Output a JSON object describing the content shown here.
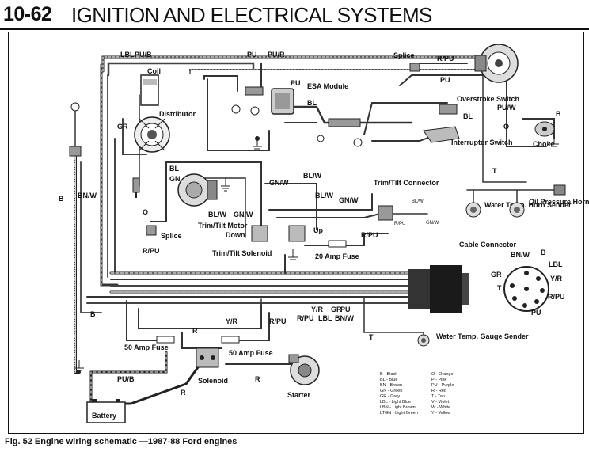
{
  "header": {
    "page_number": "10-62",
    "title": "IGNITION AND ELECTRICAL SYSTEMS"
  },
  "caption": "Fig. 52  Engine wiring schematic —1987-88 Ford engines",
  "components": {
    "coil": "Coil",
    "distributor": "Distributor",
    "esa_module": "ESA Module",
    "overstroke_switch": "Overstroke Switch",
    "interruptor_switch": "Interruptor Switch",
    "choke": "Choke",
    "trim_tilt_motor": "Trim/Tilt Motor",
    "trim_tilt_connector": "Trim/Tilt Connector",
    "trim_tilt_solenoid": "Trim/Tilt Solenoid",
    "splice_top": "Splice",
    "splice_left": "Splice",
    "down": "Down",
    "up": "Up",
    "amp20_fuse": "20 Amp Fuse",
    "water_temp_horn_sender": "Water Temp. Horn Sender",
    "oil_pressure_horn_sender": "Oil Pressure Horn Sender",
    "cable_connector": "Cable Connector",
    "water_temp_gauge_sender": "Water Temp. Gauge Sender",
    "amp50_fuse_left": "50 Amp Fuse",
    "amp50_fuse_right": "50 Amp Fuse",
    "solenoid": "Solenoid",
    "starter": "Starter",
    "battery": "Battery"
  },
  "wire_labels": {
    "lbl": "LBL",
    "pub": "PU/B",
    "pu_top": "PU",
    "pur": "PU/R",
    "rpu_top": "R/PU",
    "pu_right": "PU",
    "pu_esa": "PU",
    "bl_esa": "BL",
    "bl_sw": "BL",
    "puw": "PU/W",
    "o_choke": "O",
    "b_choke": "B",
    "gr_dist": "GR",
    "b_left": "B",
    "bnw": "BN/W",
    "o_mid": "O",
    "rpu_left": "R/PU",
    "bl_motor": "BL",
    "gn_motor": "GN",
    "blw_motor": "BL/W",
    "gnw_motor": "GN/W",
    "gnw_a": "GN/W",
    "blw_a": "BL/W",
    "gnw_b": "GN/W",
    "rpu_mid": "R/PU",
    "t_sender": "T",
    "blw_conn": "BL/W",
    "gnw_conn": "GN/W",
    "rpu_conn": "R/PU",
    "b_bottom": "B",
    "r_sol": "R",
    "yr_sol": "Y/R",
    "rpu_bottom": "R/PU",
    "pub_bottom": "PU/B",
    "r_bottom": "R",
    "r_starter": "R",
    "yr_bundle": "Y/R",
    "rpu_bundle": "R/PU",
    "gr_bundle": "GR",
    "lbl_bundle": "LBL",
    "pu_bundle": "PU",
    "bnw_bundle": "BN/W",
    "t_gauge": "T"
  },
  "cable_pins": {
    "bnw": "BN/W",
    "b": "B",
    "lbl": "LBL",
    "gr": "GR",
    "yr": "Y/R",
    "t": "T",
    "rpu": "R/PU",
    "pu": "PU"
  },
  "color_key": [
    "B - Black",
    "BL - Blue",
    "BN - Brown",
    "GN - Green",
    "GR - Grey",
    "LBL - Light Blue",
    "LBN - Light Brown",
    "LTGN - Light Green",
    "O - Orange",
    "P - Pink",
    "PU - Purple",
    "R - Red",
    "T - Tan",
    "V - Violet",
    "W - White",
    "Y - Yellow"
  ]
}
